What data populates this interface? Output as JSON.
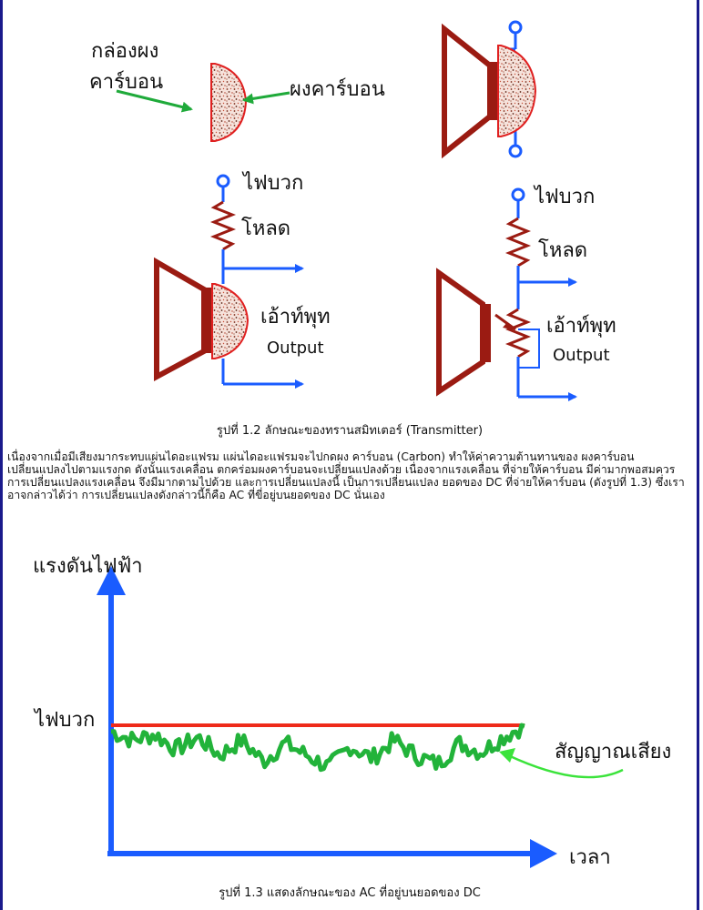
{
  "figure_1_2": {
    "label_carbon_box": [
      "กล่องผง",
      "คาร์บอน"
    ],
    "label_carbon_powder": "ผงคาร์บอน",
    "label_positive_left": "ไฟบวก",
    "label_load_left": "โหลด",
    "label_output_th_left": "เอ้าท์พุท",
    "label_output_en_left": "Output",
    "label_positive_right": "ไฟบวก",
    "label_load_right": "โหลด",
    "label_output_th_right": "เอ้าท์พุท",
    "label_output_en_right": "Output",
    "caption": "รูปที่ 1.2 ลักษณะของทรานสมิทเตอร์ (Transmitter)"
  },
  "paragraph": "เนื่องจากเมื่อมีเสียงมากระทบแผ่นไดอะแฟรม แผ่นไดอะแฟรมจะไปกดผง คาร์บอน (Carbon) ทำให้ค่าความต้านทานของ ผงคาร์บอน เปลี่ยนแปลงไปตามแรงกด ดังนั้นแรงเคลื่อน ตกคร่อมผงคาร์บอนจะเปลี่ยนแปลงด้วย เนื่องจากแรงเคลื่อน ที่จ่ายให้คาร์บอน มีค่ามากพอสมควร การเปลี่ยนแปลงแรงเคลื่อน จึงมีมากตามไปด้วย และการเปลี่ยนแปลงนี้ เป็นการเปลี่ยนแปลง ยอดของ DC ที่จ่ายให้คาร์บอน (ดังรูปที่ 1.3) ซึ่งเราอาจกล่าวได้ว่า การเปลี่ยนแปลงดังกล่าวนี้ก็คือ AC ที่ขี่อยู่บนยอดของ DC นั่นเอง",
  "figure_1_3": {
    "ylabel": "แรงดันไฟฟ้า",
    "dc_label": "ไฟบวก",
    "signal_label": "สัญญาณเสียง",
    "xlabel": "เวลา",
    "caption": "รูปที่ 1.3 แสดงลักษณะของ AC ที่อยู่บนยอดของ DC"
  },
  "colors": {
    "diaphragm": "#9b1b12",
    "wire": "#1a5cff",
    "carbon_outline": "#e02020",
    "arrow_green": "#1faa3a",
    "dc_line": "#ee2a1a",
    "signal": "#22b33a",
    "border": "#1a1a8c"
  },
  "chart_data": {
    "type": "line",
    "title": "",
    "xlabel": "เวลา",
    "ylabel": "แรงดันไฟฟ้า",
    "series": [
      {
        "name": "ไฟบวก",
        "values": [
          1,
          1
        ]
      },
      {
        "name": "สัญญาณเสียง",
        "values": [
          0.98,
          0.95,
          0.97,
          0.92,
          0.96,
          0.9,
          0.95,
          0.88,
          0.94,
          0.9,
          0.86,
          0.93,
          0.89,
          0.95,
          0.9,
          0.87,
          0.94,
          0.91,
          0.96,
          1.0
        ]
      }
    ]
  }
}
